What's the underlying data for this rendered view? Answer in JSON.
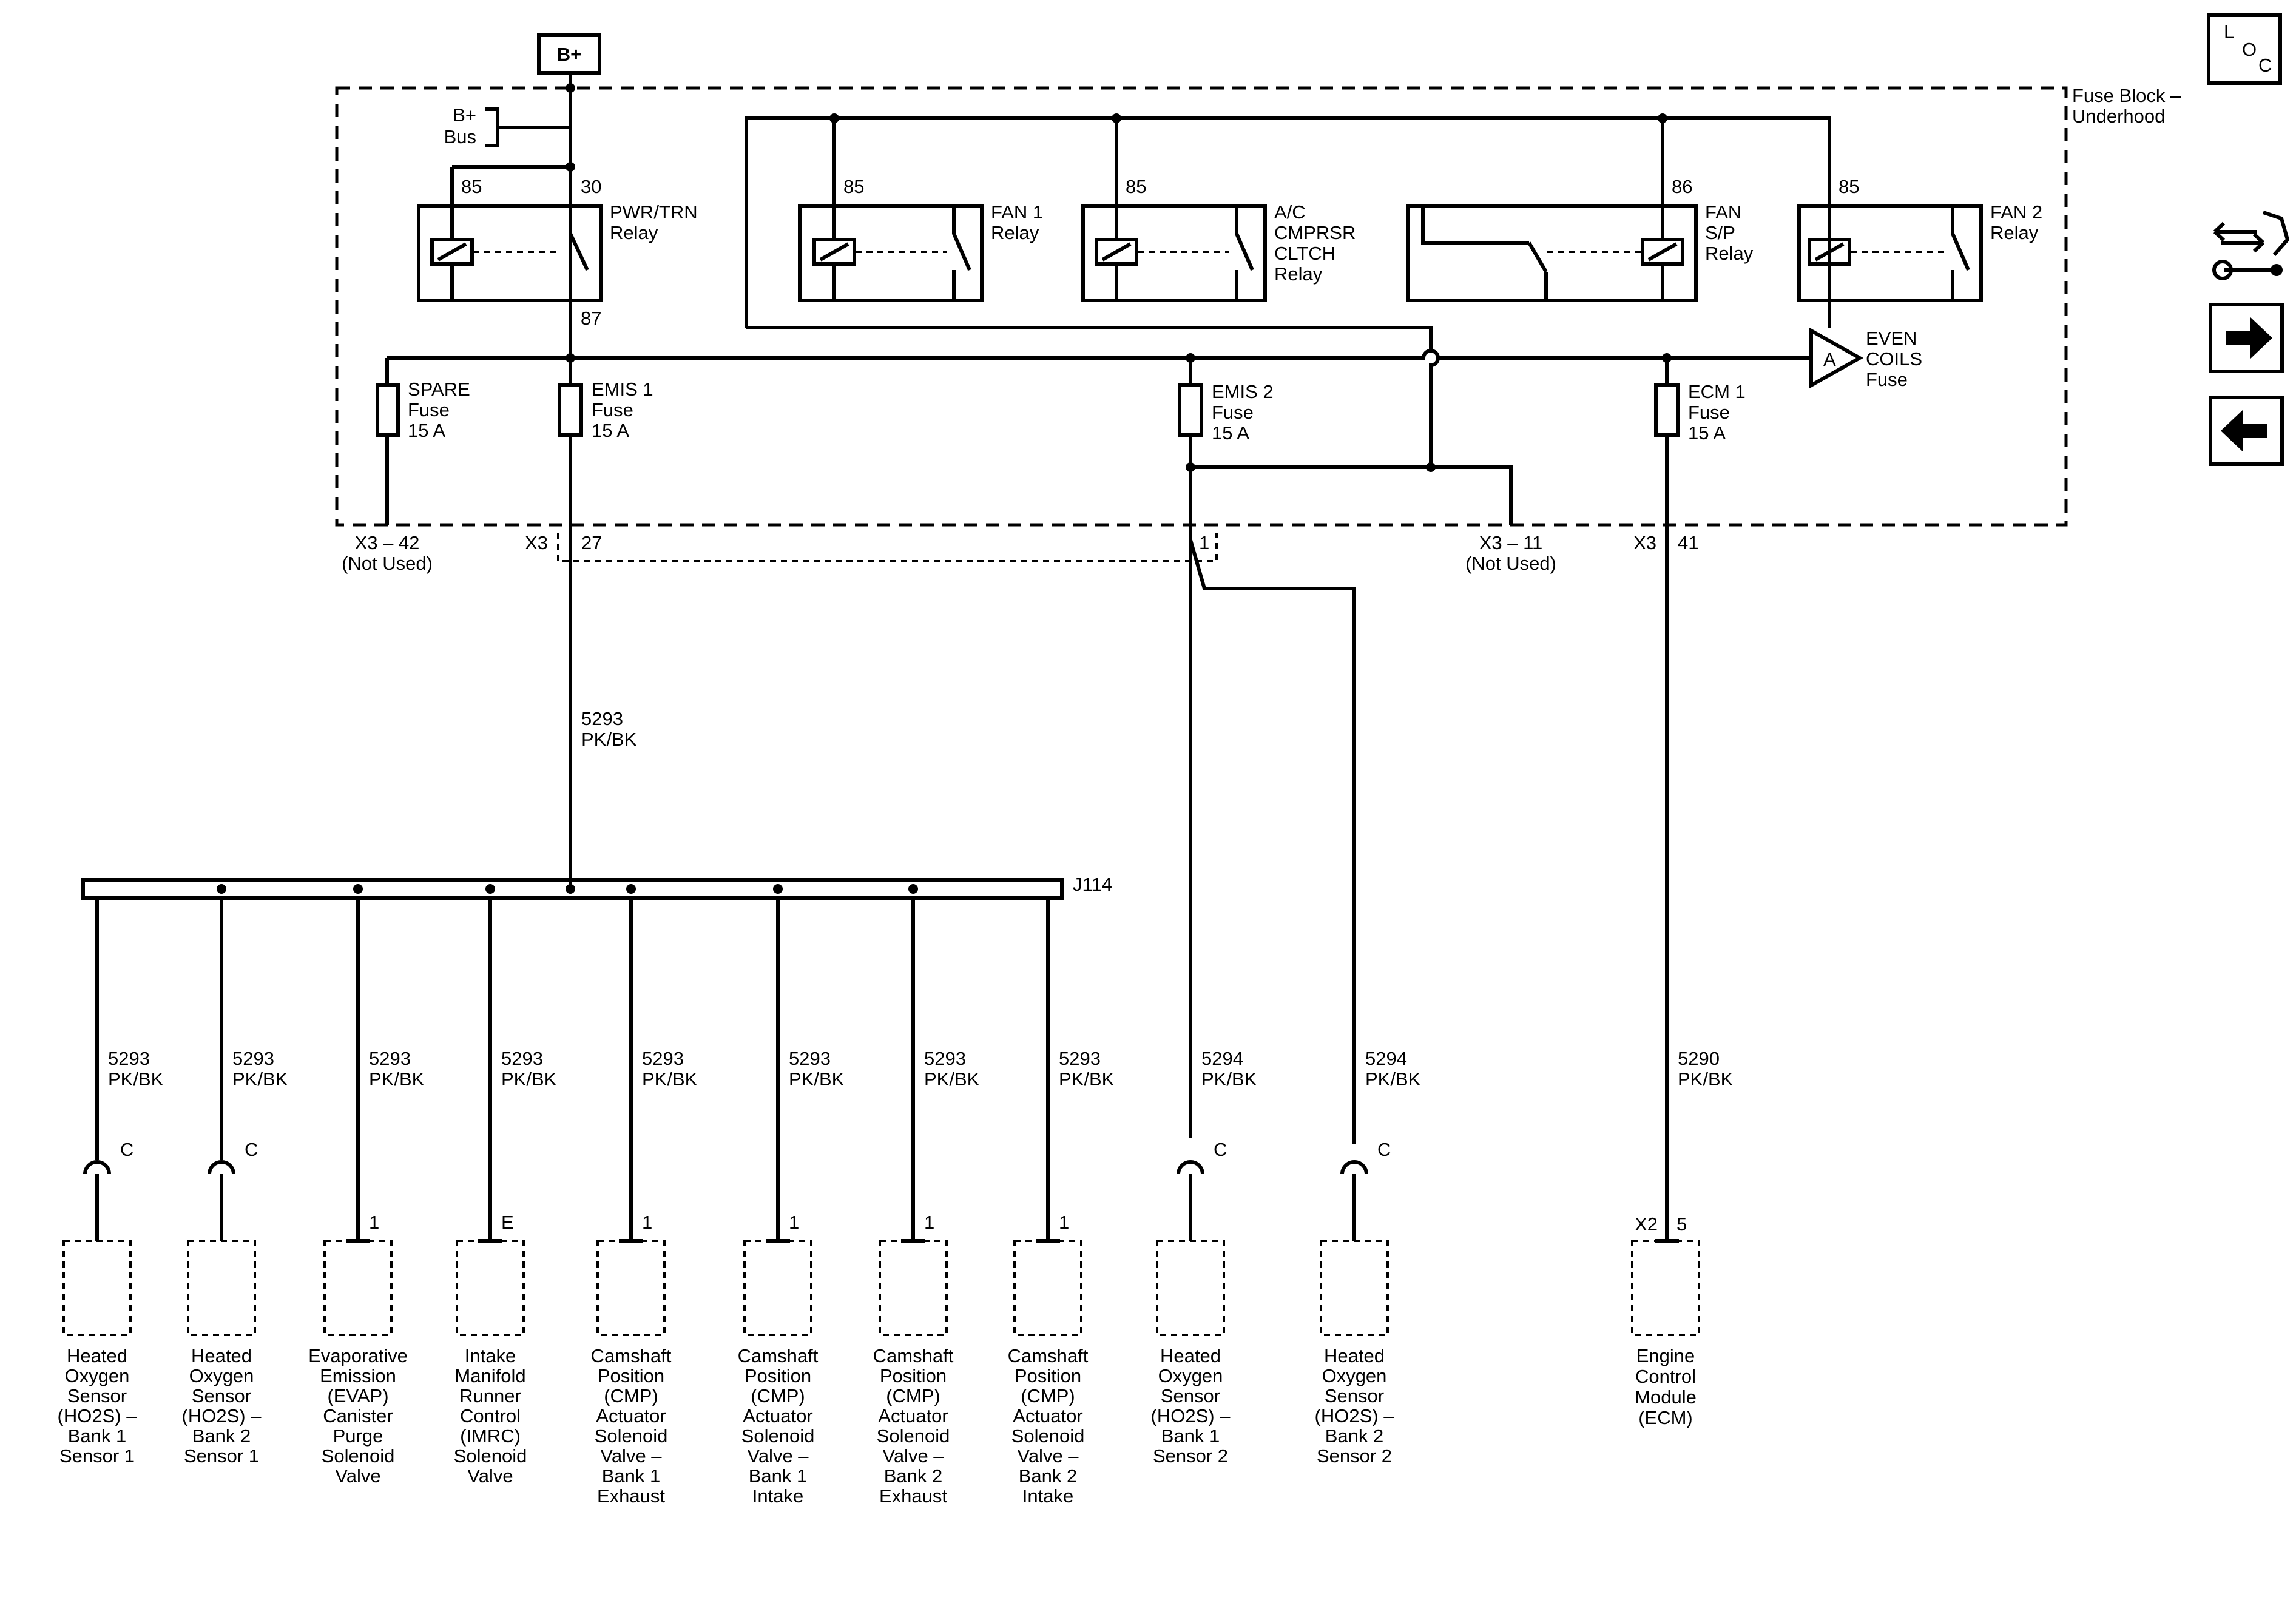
{
  "battery": {
    "label": "B+"
  },
  "bus": {
    "line1": "B+",
    "line2": "Bus"
  },
  "fuse_block": {
    "line1": "Fuse Block –",
    "line2": "Underhood"
  },
  "relays": {
    "pwr_trn": {
      "pin_a": "85",
      "pin_b": "30",
      "pin_out": "87",
      "line1": "PWR/TRN",
      "line2": "Relay"
    },
    "fan1": {
      "pin": "85",
      "line1": "FAN 1",
      "line2": "Relay"
    },
    "ac": {
      "pin": "85",
      "line1": "A/C",
      "line2": "CMPRSR",
      "line3": "CLTCH",
      "line4": "Relay"
    },
    "fan_sp": {
      "pin": "86",
      "line1": "FAN",
      "line2": "S/P",
      "line3": "Relay"
    },
    "fan2": {
      "pin": "85",
      "line1": "FAN 2",
      "line2": "Relay"
    }
  },
  "fuses": {
    "spare": {
      "line1": "SPARE",
      "line2": "Fuse",
      "line3": "15 A"
    },
    "emis1": {
      "line1": "EMIS 1",
      "line2": "Fuse",
      "line3": "15 A"
    },
    "emis2": {
      "line1": "EMIS 2",
      "line2": "Fuse",
      "line3": "15 A"
    },
    "ecm1": {
      "line1": "ECM 1",
      "line2": "Fuse",
      "line3": "15 A"
    }
  },
  "even_coils": {
    "letter": "A",
    "line1": "EVEN",
    "line2": "COILS",
    "line3": "Fuse"
  },
  "connectors": {
    "x3_42": {
      "line1": "X3 – 42",
      "line2": "(Not Used)"
    },
    "x3_27": {
      "conn": "X3",
      "pin": "27"
    },
    "x3_1": {
      "pin": "1"
    },
    "x3_11": {
      "line1": "X3 – 11",
      "line2": "(Not Used)"
    },
    "x3_41": {
      "conn": "X3",
      "pin": "41"
    }
  },
  "main_wire": {
    "circuit": "5293",
    "color": "PK/BK"
  },
  "splice": {
    "label": "J114"
  },
  "branches": [
    {
      "circuit": "5293",
      "color": "PK/BK",
      "pin": "C",
      "name": [
        "Heated",
        "Oxygen",
        "Sensor",
        "(HO2S) –",
        "Bank 1",
        "Sensor 1"
      ]
    },
    {
      "circuit": "5293",
      "color": "PK/BK",
      "pin": "C",
      "name": [
        "Heated",
        "Oxygen",
        "Sensor",
        "(HO2S) –",
        "Bank 2",
        "Sensor 1"
      ]
    },
    {
      "circuit": "5293",
      "color": "PK/BK",
      "pin": "1",
      "name": [
        "Evaporative",
        "Emission",
        "(EVAP)",
        "Canister",
        "Purge",
        "Solenoid",
        "Valve"
      ]
    },
    {
      "circuit": "5293",
      "color": "PK/BK",
      "pin": "E",
      "name": [
        "Intake",
        "Manifold",
        "Runner",
        "Control",
        "(IMRC)",
        "Solenoid",
        "Valve"
      ]
    },
    {
      "circuit": "5293",
      "color": "PK/BK",
      "pin": "1",
      "name": [
        "Camshaft",
        "Position",
        "(CMP)",
        "Actuator",
        "Solenoid",
        "Valve –",
        "Bank 1",
        "Exhaust"
      ]
    },
    {
      "circuit": "5293",
      "color": "PK/BK",
      "pin": "1",
      "name": [
        "Camshaft",
        "Position",
        "(CMP)",
        "Actuator",
        "Solenoid",
        "Valve –",
        "Bank 1",
        "Intake"
      ]
    },
    {
      "circuit": "5293",
      "color": "PK/BK",
      "pin": "1",
      "name": [
        "Camshaft",
        "Position",
        "(CMP)",
        "Actuator",
        "Solenoid",
        "Valve –",
        "Bank 2",
        "Exhaust"
      ]
    },
    {
      "circuit": "5293",
      "color": "PK/BK",
      "pin": "1",
      "name": [
        "Camshaft",
        "Position",
        "(CMP)",
        "Actuator",
        "Solenoid",
        "Valve –",
        "Bank 2",
        "Intake"
      ]
    },
    {
      "circuit": "5294",
      "color": "PK/BK",
      "pin": "C",
      "name": [
        "Heated",
        "Oxygen",
        "Sensor",
        "(HO2S) –",
        "Bank 1",
        "Sensor 2"
      ]
    },
    {
      "circuit": "5294",
      "color": "PK/BK",
      "pin": "C",
      "name": [
        "Heated",
        "Oxygen",
        "Sensor",
        "(HO2S) –",
        "Bank 2",
        "Sensor 2"
      ]
    }
  ],
  "ecm": {
    "circuit": "5290",
    "color": "PK/BK",
    "conn": "X2",
    "pin": "5",
    "name": [
      "Engine",
      "Control",
      "Module",
      "(ECM)"
    ]
  },
  "loc_box": {
    "l": "L",
    "o": "O",
    "c": "C"
  },
  "icons": {
    "service": "service-tool-icon",
    "next": "arrow-right-icon",
    "prev": "arrow-left-icon"
  },
  "colors": {
    "ink": "#000000",
    "paper": "#ffffff"
  }
}
